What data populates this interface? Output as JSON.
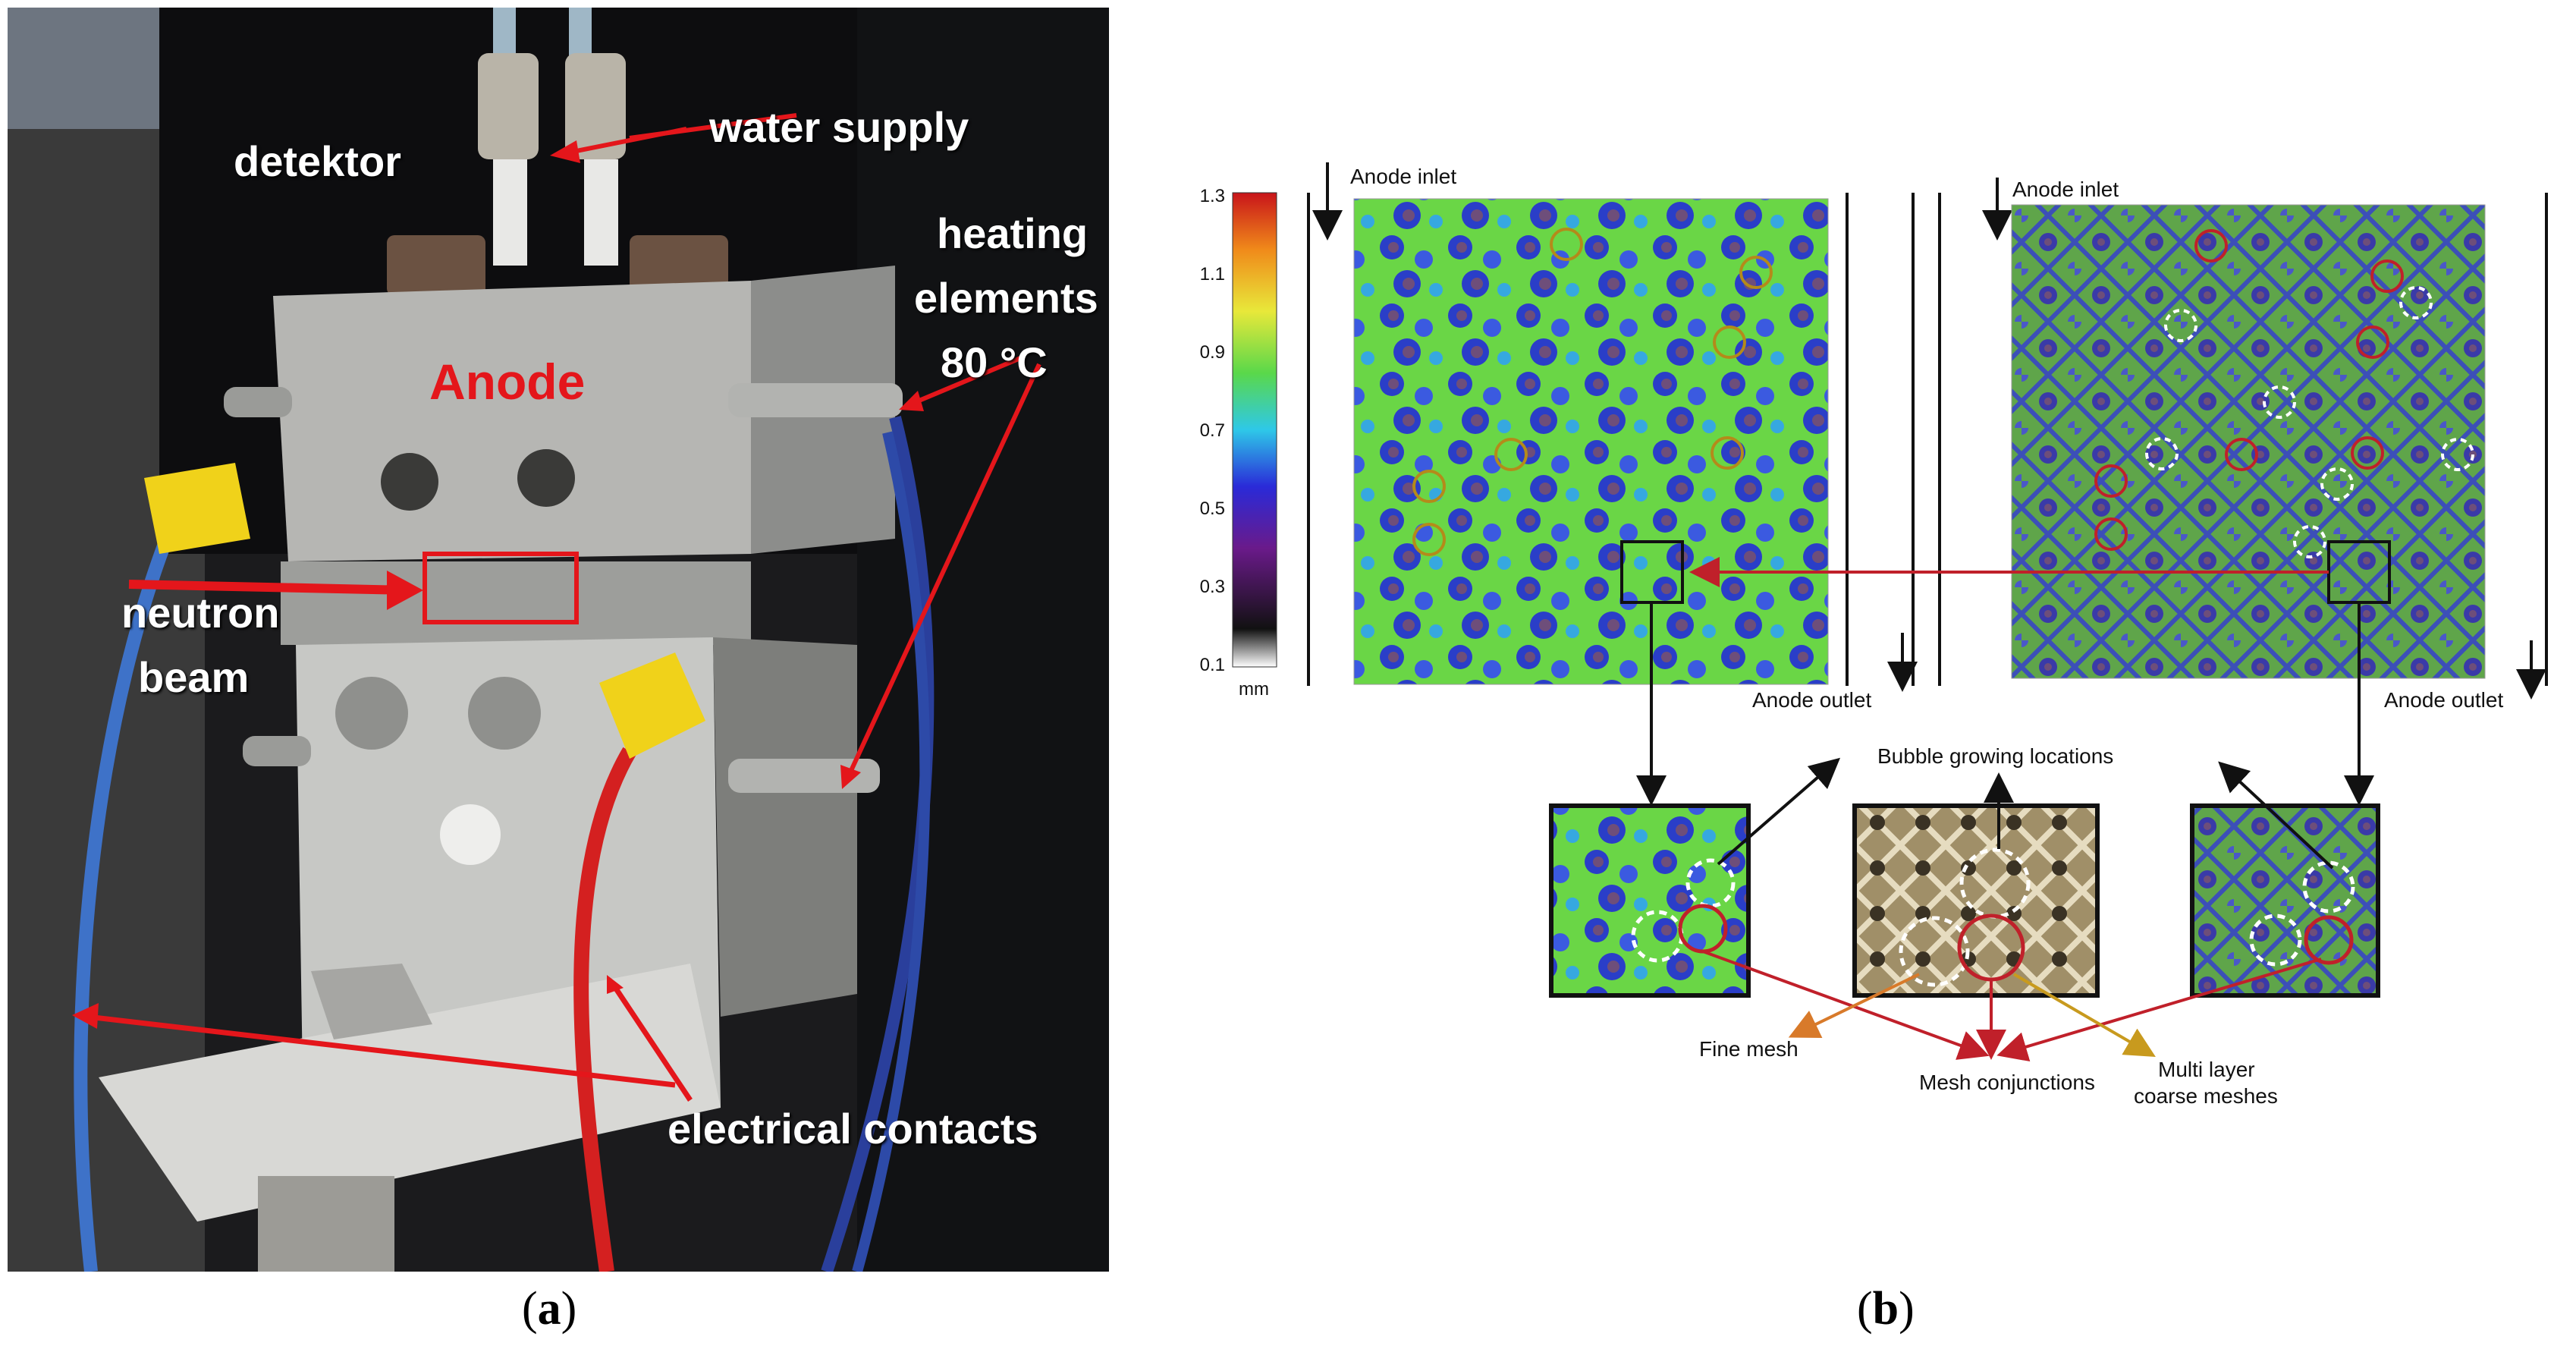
{
  "panel_a": {
    "labels": {
      "detector": "detektor",
      "water_supply": "water supply",
      "heating_1": "heating",
      "heating_2": "elements",
      "heating_temp": "80 °C",
      "anode": "Anode",
      "neutron_1": "neutron",
      "neutron_2": "beam",
      "electrical_contacts": "electrical contacts"
    },
    "caption_letter": "a"
  },
  "panel_b": {
    "colorbar": {
      "ticks": [
        "1.3",
        "1.1",
        "0.9",
        "0.7",
        "0.5",
        "0.3",
        "0.1"
      ],
      "unit": "mm"
    },
    "anode_inlet_left": "Anode inlet",
    "anode_inlet_right": "Anode inlet",
    "anode_outlet_left": "Anode outlet",
    "anode_outlet_right": "Anode outlet",
    "bubble_label": "Bubble growing locations",
    "fine_mesh": "Fine mesh",
    "mesh_conjunctions": "Mesh conjunctions",
    "multi_layer_1": "Multi layer",
    "multi_layer_2": "coarse meshes",
    "caption_letter": "b"
  },
  "colors": {
    "red_marker": "#e4161b",
    "orange_arrow": "#d87a2a",
    "gold_arrow": "#c89a1e",
    "map_green": "#6ad646",
    "map_blue": "#2a3ec8"
  }
}
